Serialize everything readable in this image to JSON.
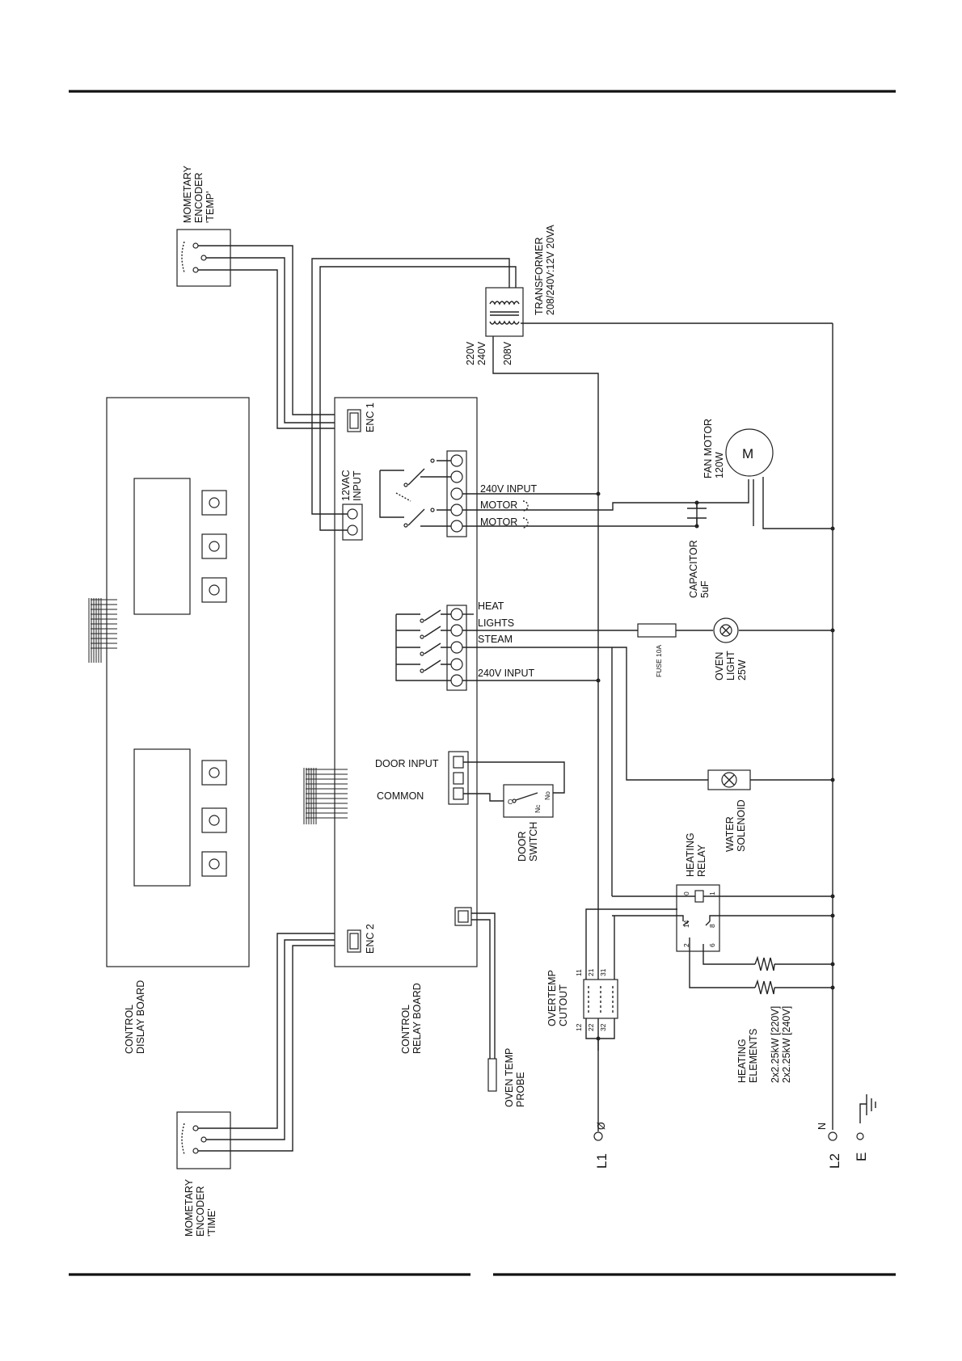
{
  "labels": {
    "encoder_temp": [
      "MOMETARY",
      "ENCODER",
      "'TEMP'"
    ],
    "encoder_time": [
      "MOMETARY",
      "ENCODER",
      "'TIME'"
    ],
    "transformer": [
      "TRANSFORMER",
      "208/240V:12V 20VA"
    ],
    "tap_220": "220V",
    "tap_240": "240V",
    "tap_208": "208V",
    "enc1": "ENC 1",
    "enc2": "ENC 2",
    "vac_input": [
      "12VAC",
      "INPUT"
    ],
    "fan_motor": [
      "FAN MOTOR",
      "120W"
    ],
    "motor_symbol": "M",
    "capacitor": [
      "CAPACITOR",
      "5uF"
    ],
    "fuse": "FUSE 10A",
    "oven_light": [
      "OVEN",
      "LIGHT",
      "25W"
    ],
    "water_solenoid": [
      "WATER",
      "SOLENOID"
    ],
    "heating_relay": [
      "HEATING",
      "RELAY"
    ],
    "overtemp_cutout": [
      "OVERTEMP",
      "CUTOUT"
    ],
    "heating_elements": [
      "HEATING",
      "ELEMENTS",
      "2x2.25kW [220V]",
      "2x2.25kW [240V]"
    ],
    "display_board": [
      "CONTROL",
      "DISLAY BOARD"
    ],
    "relay_board": [
      "CONTROL",
      "RELAY BOARD"
    ],
    "oven_probe": [
      "OVEN TEMP",
      "PROBE"
    ],
    "door_switch": [
      "DOOR",
      "SWITCH"
    ],
    "door_input": "DOOR INPUT",
    "common": "COMMON",
    "input_240_top": "240V INPUT",
    "motor_cw": "MOTOR",
    "motor_ccw": "MOTOR",
    "heat": "HEAT",
    "lights": "LIGHTS",
    "steam": "STEAM",
    "input_240_bottom": "240V INPUT",
    "l1": "L1",
    "l1_phase": "Ø",
    "l2": "L2",
    "l2_neutral": "N",
    "earth": "E",
    "switch_c": "C",
    "switch_nc": "Nc",
    "switch_no": "No",
    "relay_pins": [
      "0",
      "1",
      "14",
      "8",
      "2",
      "6"
    ],
    "cutout_pins": [
      "11",
      "21",
      "31",
      "12",
      "22",
      "32"
    ]
  }
}
